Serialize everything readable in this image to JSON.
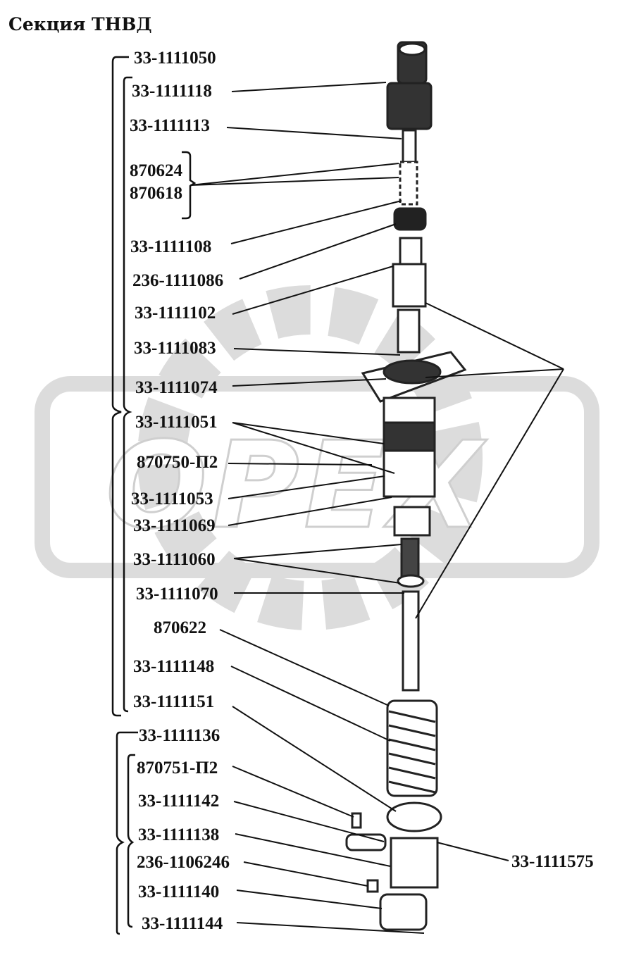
{
  "title": "Секция ТНВД",
  "watermark": "OPEX",
  "colors": {
    "ink": "#111111",
    "watermark": "#dcdcdc",
    "part": "#222222"
  },
  "labels": [
    "33-1111050",
    "33-1111118",
    "33-1111113",
    "870624",
    "870618",
    "33-1111108",
    "236-1111086",
    "33-1111102",
    "33-1111083",
    "33-1111074",
    "33-1111051",
    "870750-П2",
    "33-1111053",
    "33-1111069",
    "33-1111060",
    "33-1111070",
    "870622",
    "33-1111148",
    "33-1111151",
    "33-1111136",
    "870751-П2",
    "33-1111142",
    "33-1111138",
    "236-1106246",
    "33-1111140",
    "33-1111144",
    "33-1111575"
  ]
}
